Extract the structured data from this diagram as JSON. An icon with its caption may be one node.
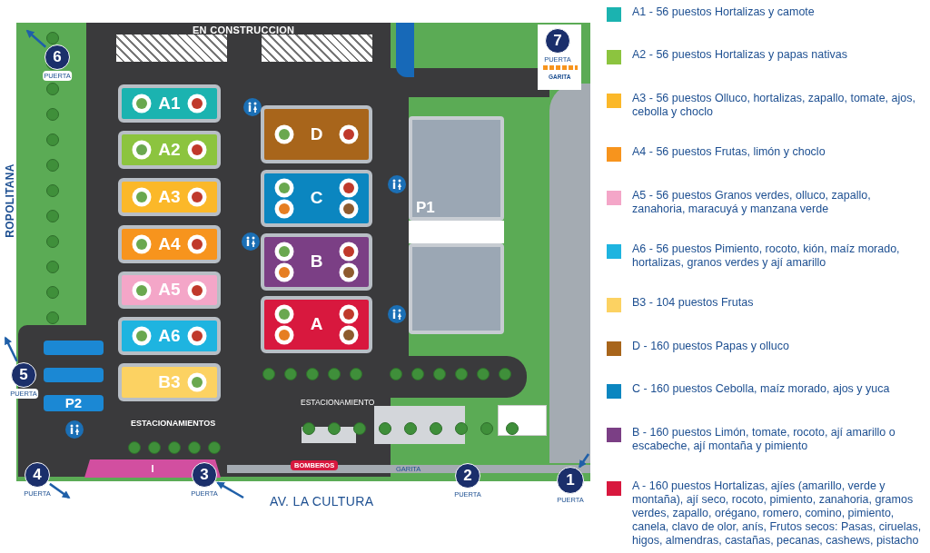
{
  "diagram": {
    "nodes": [
      {
        "text": [
          "A1"
        ]
      },
      {
        "text": [
          "A2"
        ]
      },
      {
        "text": [
          "A3"
        ]
      },
      {
        "text": [
          "A4"
        ]
      },
      {
        "text": [
          "A5"
        ]
      },
      {
        "text": [
          "A6"
        ]
      },
      {
        "text": [
          "B3"
        ]
      },
      {
        "text": [
          "D"
        ]
      },
      {
        "text": [
          "C"
        ]
      },
      {
        "text": [
          "B"
        ]
      },
      {
        "text": [
          "A"
        ]
      },
      {
        "text": [
          "P1"
        ]
      },
      {
        "text": [
          "P2"
        ]
      },
      {
        "text": [
          "I"
        ]
      },
      {
        "text": [
          "6"
        ],
        "beside": [
          "PUERTA"
        ]
      },
      {
        "text": [
          "7"
        ],
        "beside": [
          "PUERTA"
        ]
      },
      {
        "text": [
          "5"
        ],
        "beside": [
          "PUERTA"
        ]
      },
      {
        "text": [
          "4"
        ],
        "beside": [
          "PUERTA"
        ]
      },
      {
        "text": [
          "3"
        ],
        "beside": [
          "PUERTA"
        ]
      },
      {
        "text": [
          "2"
        ],
        "beside": [
          "PUERTA"
        ]
      },
      {
        "text": [
          "1"
        ],
        "beside": [
          "PUERTA"
        ]
      }
    ],
    "edges": [
      {
        "from": 14,
        "to": null,
        "arrow": "to"
      },
      {
        "from": 16,
        "to": null,
        "arrow": "to"
      },
      {
        "from": 17,
        "to": null,
        "arrow": "to"
      },
      {
        "from": null,
        "to": 18,
        "arrow": "to"
      },
      {
        "from": null,
        "to": 20,
        "arrow": "to"
      }
    ],
    "labels": [
      "EN CONSTRUCCION",
      "ROPOLITANA",
      "ESTACIONAMIENTOS",
      "ESTACIONAMIENTO",
      "BOMBEROS",
      "GARITA",
      "GARITA",
      "AV. LA CULTURA"
    ],
    "legend": [
      {
        "text": "A1 - 56 puestos Hortalizas y camote",
        "color": "#1bb3b0"
      },
      {
        "text": "A2 - 56 puestos Hortalizas y papas nativas",
        "color": "#8cc43f"
      },
      {
        "text": "A3 - 56 puestos Olluco, hortalizas, zapallo, tomate, ajos, cebolla y choclo",
        "color": "#fbb829"
      },
      {
        "text": "A4 - 56 puestos Frutas, limón y choclo",
        "color": "#f7941d"
      },
      {
        "text": "A5 - 56 puestos Granos verdes, olluco, zapallo, zanahoria, maracuyá y manzana verde",
        "color": "#f4a6c8"
      },
      {
        "text": "A6 - 56 puestos Pimiento, rocoto, kión, maíz morado, hortalizas, granos verdes y ají amarillo",
        "color": "#1eb4e0"
      },
      {
        "text": "B3 - 104 puestos Frutas",
        "color": "#fcd262"
      },
      {
        "text": "D - 160 puestos Papas y olluco",
        "color": "#a8651b"
      },
      {
        "text": "C - 160 puestos Cebolla, maíz morado, ajos y yuca",
        "color": "#0b86c0"
      },
      {
        "text": "B - 160 puestos Limón, tomate, rocoto, ají amarillo o escabeche, ají montaña y pimiento",
        "color": "#7b3f85"
      },
      {
        "text": "A - 160 puestos Hortalizas, ajíes (amarillo, verde y montaña), ají seco, rocoto, pimiento, zanahoria, gramos verdes, zapallo, orégano, romero, comino, pimiento, canela, clavo de olor, anís, Frutos secos: Pasas, ciruelas, higos, almendras, castañas, pecanas, cashews, pistacho",
        "color": "#d8183e"
      }
    ]
  }
}
